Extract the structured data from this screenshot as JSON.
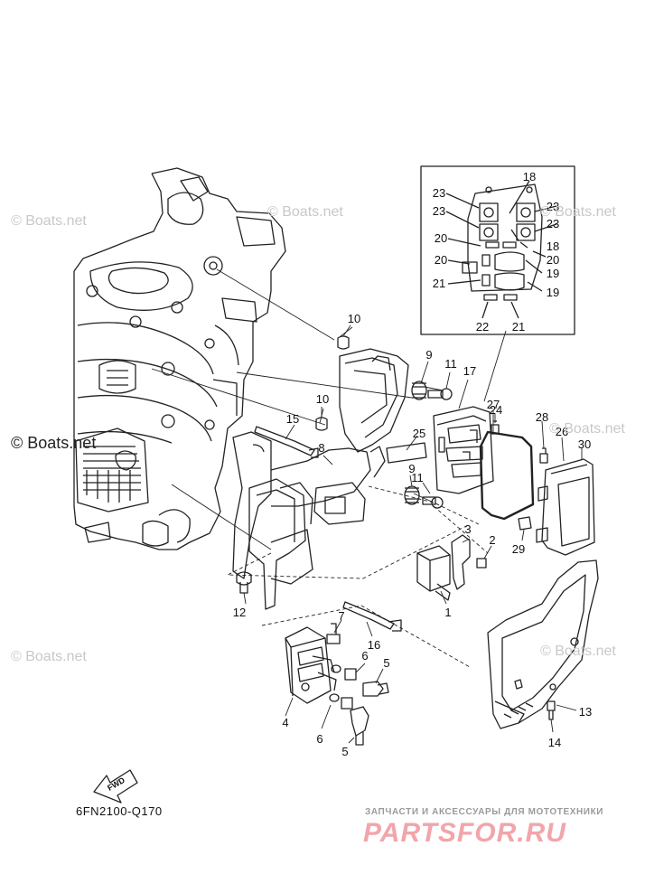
{
  "watermarks": [
    "© Boats.net",
    "© Boats.net",
    "© Boats.net",
    "© Boats.net",
    "© Boats.net",
    "© Boats.net",
    "© Boats.net"
  ],
  "diagram_code": "6FN2100-Q170",
  "fwd_label": "FWD",
  "brand": {
    "tagline": "ЗАПЧАСТИ И АКСЕССУАРЫ ДЛЯ МОТОТЕХНИКИ",
    "name": "PARTSFOR.RU",
    "color": "#f2a5aa"
  },
  "callouts": [
    "1",
    "2",
    "3",
    "4",
    "5",
    "5",
    "6",
    "6",
    "7",
    "8",
    "9",
    "9",
    "10",
    "10",
    "11",
    "11",
    "12",
    "13",
    "14",
    "15",
    "16",
    "17",
    "18",
    "18",
    "19",
    "19",
    "20",
    "20",
    "20",
    "21",
    "21",
    "22",
    "23",
    "23",
    "23",
    "23",
    "24",
    "25",
    "26",
    "27",
    "28",
    "29",
    "30"
  ]
}
